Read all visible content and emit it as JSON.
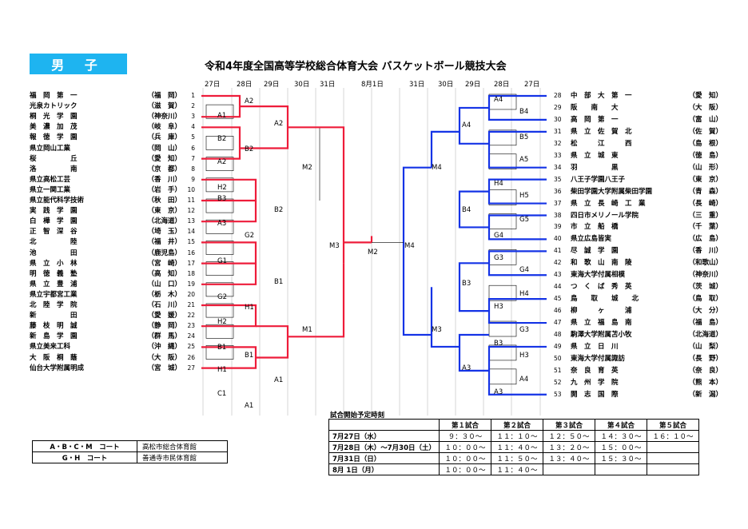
{
  "header": {
    "division": "男 子",
    "title": "令和4年度全国高等学校総合体育大会 バスケットボール競技大会"
  },
  "dates_left": [
    "27日",
    "28日",
    "29日",
    "30日",
    "31日"
  ],
  "date_center": "8月1日",
  "dates_right": [
    "31日",
    "30日",
    "29日",
    "28日",
    "27日"
  ],
  "left_teams": [
    {
      "seed": "1",
      "name": "福　岡　第　一",
      "pref": "（福　岡）"
    },
    {
      "seed": "2",
      "name": "光泉カトリック",
      "pref": "（滋　賀）"
    },
    {
      "seed": "3",
      "name": "桐　光　学　園",
      "pref": "（神奈川）"
    },
    {
      "seed": "4",
      "name": "美　濃　加　茂",
      "pref": "（岐　阜）"
    },
    {
      "seed": "5",
      "name": "報　徳　学　園",
      "pref": "（兵　庫）"
    },
    {
      "seed": "6",
      "name": "県立岡山工業",
      "pref": "（岡　山）"
    },
    {
      "seed": "7",
      "name": "桜　　　　　丘",
      "pref": "（愛　知）"
    },
    {
      "seed": "8",
      "name": "洛　　　　　南",
      "pref": "（京　都）"
    },
    {
      "seed": "9",
      "name": "県立高松工芸",
      "pref": "（香　川）"
    },
    {
      "seed": "10",
      "name": "県立一関工業",
      "pref": "（岩　手）"
    },
    {
      "seed": "11",
      "name": "県立能代科学技術",
      "pref": "（秋　田）"
    },
    {
      "seed": "12",
      "name": "実　践　学　園",
      "pref": "（東　京）"
    },
    {
      "seed": "13",
      "name": "白　樺　学　園",
      "pref": "（北海道）"
    },
    {
      "seed": "14",
      "name": "正　智　深　谷",
      "pref": "（埼　玉）"
    },
    {
      "seed": "15",
      "name": "北　　　　　陸",
      "pref": "（福　井）"
    },
    {
      "seed": "16",
      "name": "池　　　　　田",
      "pref": "（鹿児島）"
    },
    {
      "seed": "17",
      "name": "県　立　小　林",
      "pref": "（宮　崎）"
    },
    {
      "seed": "18",
      "name": "明　徳　義　塾",
      "pref": "（高　知）"
    },
    {
      "seed": "19",
      "name": "県　立　豊　浦",
      "pref": "（山　口）"
    },
    {
      "seed": "20",
      "name": "県立宇都宮工業",
      "pref": "（栃　木）"
    },
    {
      "seed": "21",
      "name": "北　陸　学　院",
      "pref": "（石　川）"
    },
    {
      "seed": "22",
      "name": "新　　　　　田",
      "pref": "（愛　媛）"
    },
    {
      "seed": "23",
      "name": "藤　枝　明　誠",
      "pref": "（静　岡）"
    },
    {
      "seed": "24",
      "name": "新　島　学　園",
      "pref": "（群　馬）"
    },
    {
      "seed": "25",
      "name": "県立美来工科",
      "pref": "（沖　縄）"
    },
    {
      "seed": "26",
      "name": "大　阪　桐　蔭",
      "pref": "（大　阪）"
    },
    {
      "seed": "27",
      "name": "仙台大学附属明成",
      "pref": "（宮　城）"
    }
  ],
  "right_teams": [
    {
      "seed": "28",
      "name": "中　部　大　第　一",
      "pref": "（愛　知）"
    },
    {
      "seed": "29",
      "name": "阪　　南　　大",
      "pref": "（大　阪）"
    },
    {
      "seed": "30",
      "name": "高　岡　第　一",
      "pref": "（富　山）"
    },
    {
      "seed": "31",
      "name": "県　立　佐　賀　北",
      "pref": "（佐　賀）"
    },
    {
      "seed": "32",
      "name": "松　　　江　　　西",
      "pref": "（島　根）"
    },
    {
      "seed": "33",
      "name": "県　立　城　東",
      "pref": "（徳　島）"
    },
    {
      "seed": "34",
      "name": "羽　　　　　黒",
      "pref": "（山　形）"
    },
    {
      "seed": "35",
      "name": "八王子学園八王子",
      "pref": "（東　京）"
    },
    {
      "seed": "36",
      "name": "柴田学園大学附属柴田学園",
      "pref": "（青　森）"
    },
    {
      "seed": "37",
      "name": "県　立　長　崎　工　業",
      "pref": "（長　崎）"
    },
    {
      "seed": "38",
      "name": "四日市メリノール学院",
      "pref": "（三　重）"
    },
    {
      "seed": "39",
      "name": "市　立　船　橋",
      "pref": "（千　葉）"
    },
    {
      "seed": "40",
      "name": "県立広島皆実",
      "pref": "（広　島）"
    },
    {
      "seed": "41",
      "name": "尽　誠　学　園",
      "pref": "（香　川）"
    },
    {
      "seed": "42",
      "name": "和　歌　山　南　陵",
      "pref": "（和歌山）"
    },
    {
      "seed": "43",
      "name": "東海大学付属相模",
      "pref": "（神奈川）"
    },
    {
      "seed": "44",
      "name": "つ　く　ば　秀　英",
      "pref": "（茨　城）"
    },
    {
      "seed": "45",
      "name": "鳥　　取　　城　　北",
      "pref": "（鳥　取）"
    },
    {
      "seed": "46",
      "name": "柳　　　ヶ　　　浦",
      "pref": "（大　分）"
    },
    {
      "seed": "47",
      "name": "県　立　福　島　南",
      "pref": "（福　島）"
    },
    {
      "seed": "48",
      "name": "駒澤大学附属苫小牧",
      "pref": "（北海道）"
    },
    {
      "seed": "49",
      "name": "県　立　日　川",
      "pref": "（山　梨）"
    },
    {
      "seed": "50",
      "name": "東海大学付属諏訪",
      "pref": "（長　野）"
    },
    {
      "seed": "51",
      "name": "奈　良　育　英",
      "pref": "（奈　良）"
    },
    {
      "seed": "52",
      "name": "九　州　学　院",
      "pref": "（熊　本）"
    },
    {
      "seed": "53",
      "name": "開　志　国　際",
      "pref": "（新　潟）"
    }
  ],
  "left_round1_labels": [
    "A1",
    "B2",
    "A2",
    "H2",
    "B3",
    "A3",
    "G1",
    "G2",
    "H2",
    "B1",
    "H1",
    "C1"
  ],
  "left_round2_labels": [
    "A2",
    "B2",
    "G2",
    "H1",
    "B1",
    "A1"
  ],
  "left_round3_labels": [
    "A2",
    "B2",
    "B1",
    "A1"
  ],
  "left_round4_labels": [
    "M2",
    "M1"
  ],
  "left_semi_label": "M3",
  "final_label": "M2",
  "right_semi_label": "M4",
  "right_round4_labels": [
    "M4",
    "M3"
  ],
  "right_round3_labels": [
    "A4",
    "B4",
    "B3",
    "A3"
  ],
  "right_round2_labels": [
    "A4",
    "B4",
    "A5",
    "H4",
    "H5",
    "G5",
    "G4",
    "G3",
    "G4",
    "H3",
    "H4",
    "G3",
    "B3",
    "H3",
    "A4",
    "A3",
    "B5"
  ],
  "venues": [
    {
      "courts": "A・B・C・M　コート",
      "place": "高松市総合体育館"
    },
    {
      "courts": "G・H　コート",
      "place": "善通寺市民体育館"
    }
  ],
  "schedule": {
    "title": "試合開始予定時刻",
    "headers": [
      "",
      "第１試合",
      "第２試合",
      "第３試合",
      "第４試合",
      "第５試合"
    ],
    "rows": [
      [
        "7月27日（水）",
        "９：３０～",
        "１１：１０～",
        "１２：５０～",
        "１４：３０～",
        "１６：１０～"
      ],
      [
        "7月28日（木）～7月30日（土）",
        "１０：００～",
        "１１：４０～",
        "１３：２０～",
        "１５：００～",
        ""
      ],
      [
        "7月31日（日）",
        "１０：００～",
        "１１：５０～",
        "１３：４０～",
        "１５：３０～",
        ""
      ],
      [
        "8月 1日（月）",
        "１０：００～",
        "１１：４０～",
        "",
        "",
        ""
      ]
    ]
  },
  "colors": {
    "badge": "#1eb4f0",
    "left_line": "#ee1c3a",
    "right_line": "#1433e6"
  }
}
